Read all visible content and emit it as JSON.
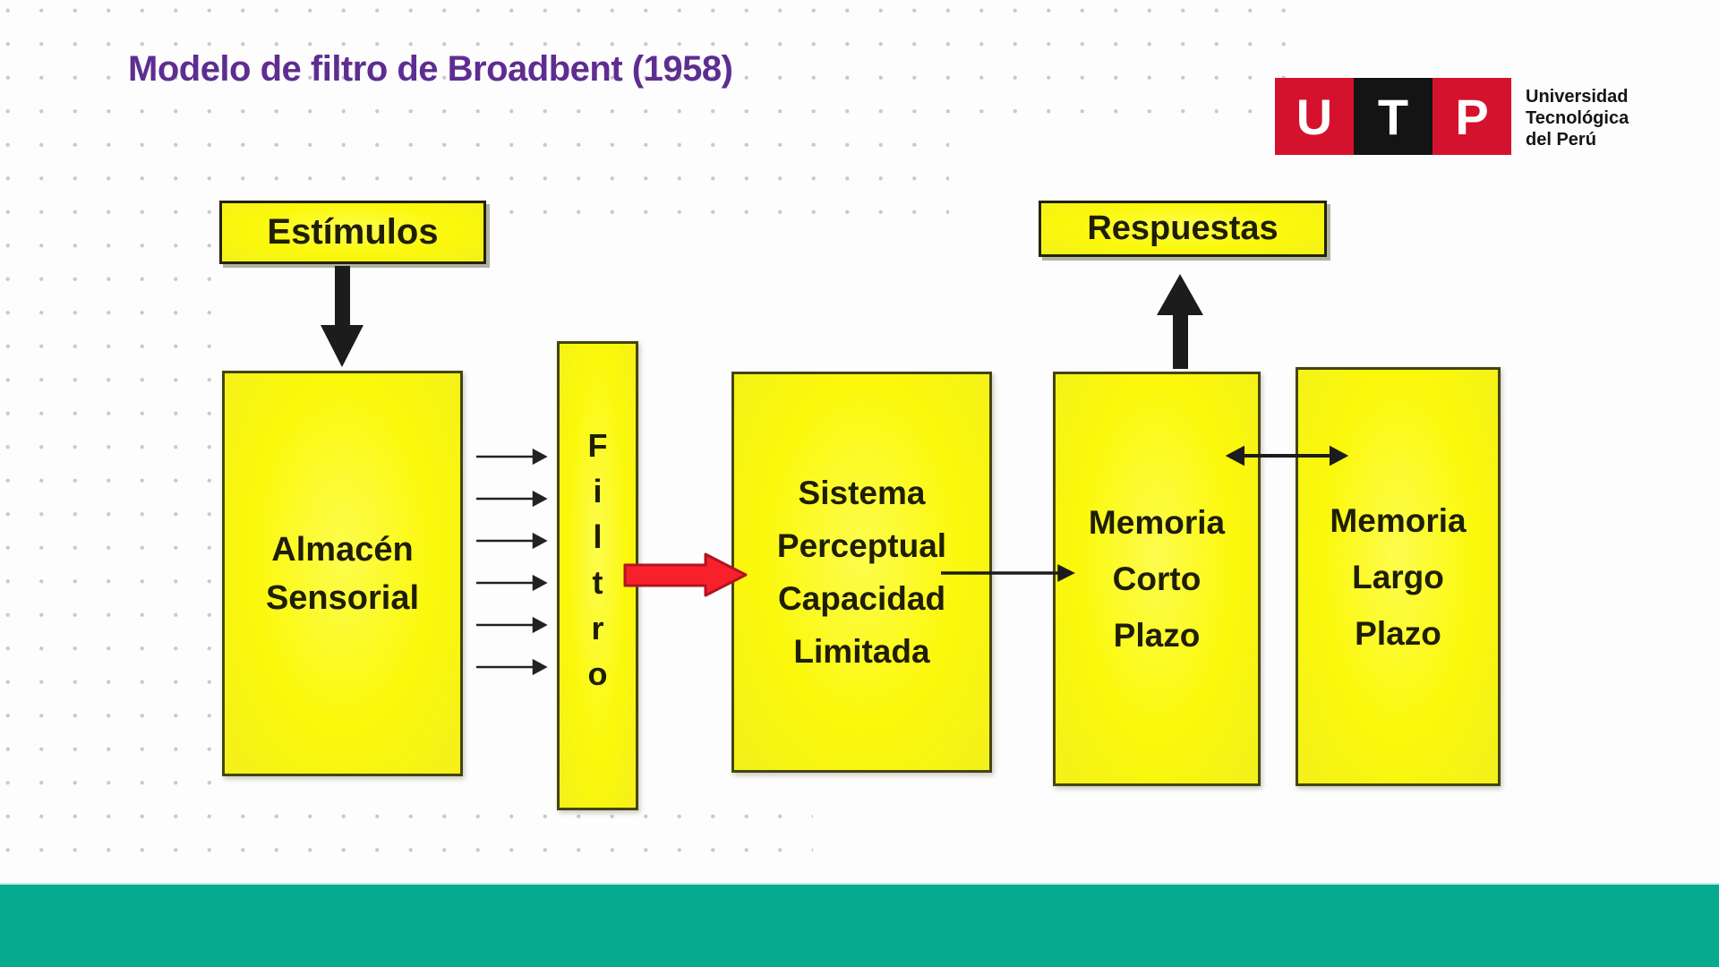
{
  "slide": {
    "title": "Modelo de filtro de Broadbent (1958)",
    "colors": {
      "title_purple": "#5E2D91",
      "box_yellow": "#FBF80B",
      "box_border_olive": "#45450F",
      "label_text_dark": "#1F1E05",
      "footer_teal": "#06AB8F",
      "arrow_black": "#1C1C1C",
      "arrow_red_fill": "#F8212B",
      "arrow_red_outline": "#B11420",
      "logo_red": "#D5122E",
      "logo_black": "#141414",
      "dot_gray": "#C0C0C0"
    }
  },
  "logo": {
    "blocks": [
      {
        "letter": "U",
        "color": "#D5122E"
      },
      {
        "letter": "T",
        "color": "#141414"
      },
      {
        "letter": "P",
        "color": "#D5122E"
      }
    ],
    "name_lines": [
      "Universidad",
      "Tecnológica",
      "del Perú"
    ]
  },
  "diagram": {
    "estimulos_label": "Estímulos",
    "respuestas_label": "Respuestas",
    "almacen": {
      "lines": [
        "Almacén",
        "Sensorial"
      ]
    },
    "filtro": {
      "letters": [
        "F",
        "i",
        "l",
        "t",
        "r",
        "o"
      ]
    },
    "sistema": {
      "lines": [
        "Sistema",
        "Perceptual",
        "Capacidad",
        "Limitada"
      ]
    },
    "memoria_corto": {
      "lines": [
        "Memoria",
        "Corto",
        "Plazo"
      ]
    },
    "memoria_largo": {
      "lines": [
        "Memoria",
        "Largo",
        "Plazo"
      ]
    }
  }
}
